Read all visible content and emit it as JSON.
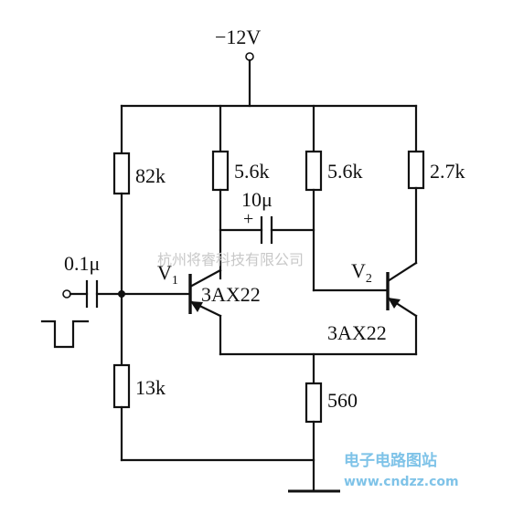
{
  "supply": {
    "label": "−12V"
  },
  "resistors": {
    "r1": "82k",
    "r2": "5.6k",
    "r3": "5.6k",
    "r4": "2.7k",
    "r5": "13k",
    "r6": "560"
  },
  "capacitors": {
    "input": "0.1μ",
    "coupling": "10μ",
    "coupling_polarity": "+"
  },
  "transistors": {
    "v1": {
      "name": "V",
      "sub": "1",
      "model": "3AX22"
    },
    "v2": {
      "name": "V",
      "sub": "2",
      "model": "3AX22"
    }
  },
  "watermarks": {
    "company": "杭州将睿科技有限公司",
    "site_name": "电子电路图站",
    "site_url": "www.cndzz.com"
  }
}
